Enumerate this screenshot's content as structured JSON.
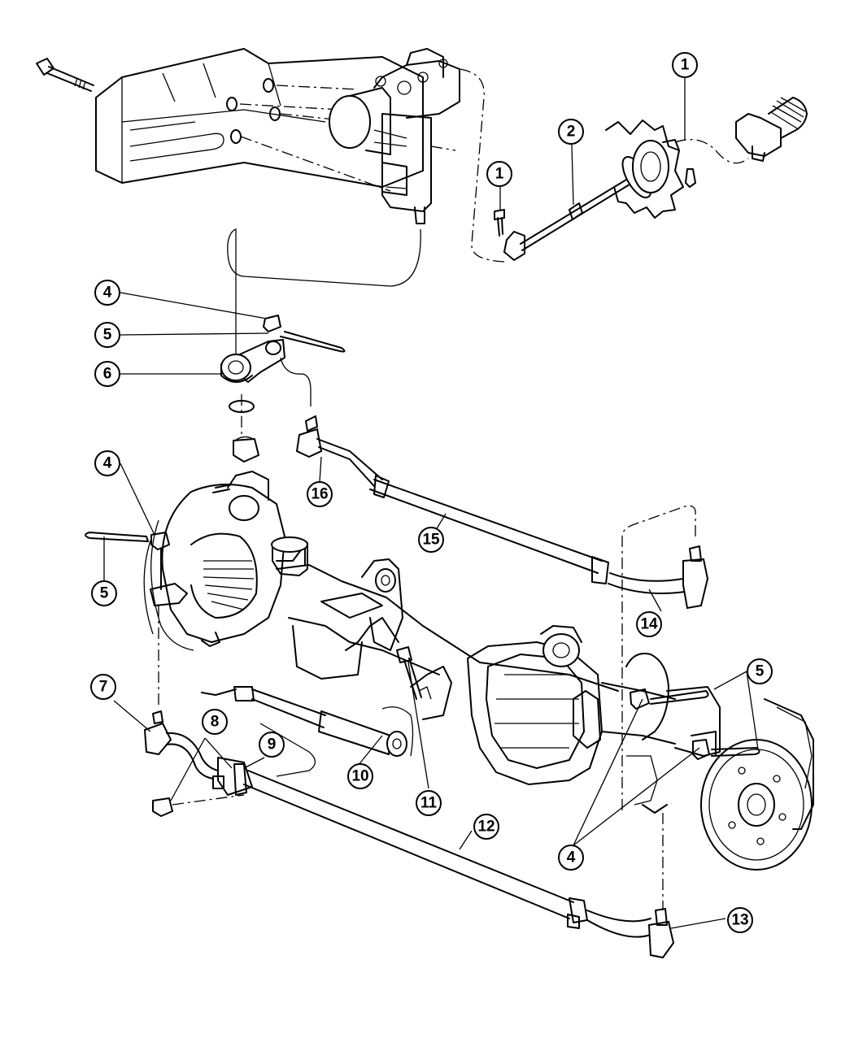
{
  "callouts": [
    {
      "id": "c1a",
      "label": "1"
    },
    {
      "id": "c1b",
      "label": "1"
    },
    {
      "id": "c2",
      "label": "2"
    },
    {
      "id": "c4a",
      "label": "4"
    },
    {
      "id": "c5a",
      "label": "5"
    },
    {
      "id": "c6",
      "label": "6"
    },
    {
      "id": "c16",
      "label": "16"
    },
    {
      "id": "c4b",
      "label": "4"
    },
    {
      "id": "c5b",
      "label": "5"
    },
    {
      "id": "c15",
      "label": "15"
    },
    {
      "id": "c14",
      "label": "14"
    },
    {
      "id": "c5c",
      "label": "5"
    },
    {
      "id": "c7",
      "label": "7"
    },
    {
      "id": "c8",
      "label": "8"
    },
    {
      "id": "c9",
      "label": "9"
    },
    {
      "id": "c10",
      "label": "10"
    },
    {
      "id": "c11",
      "label": "11"
    },
    {
      "id": "c12",
      "label": "12"
    },
    {
      "id": "c4c",
      "label": "4"
    },
    {
      "id": "c13",
      "label": "13"
    }
  ]
}
